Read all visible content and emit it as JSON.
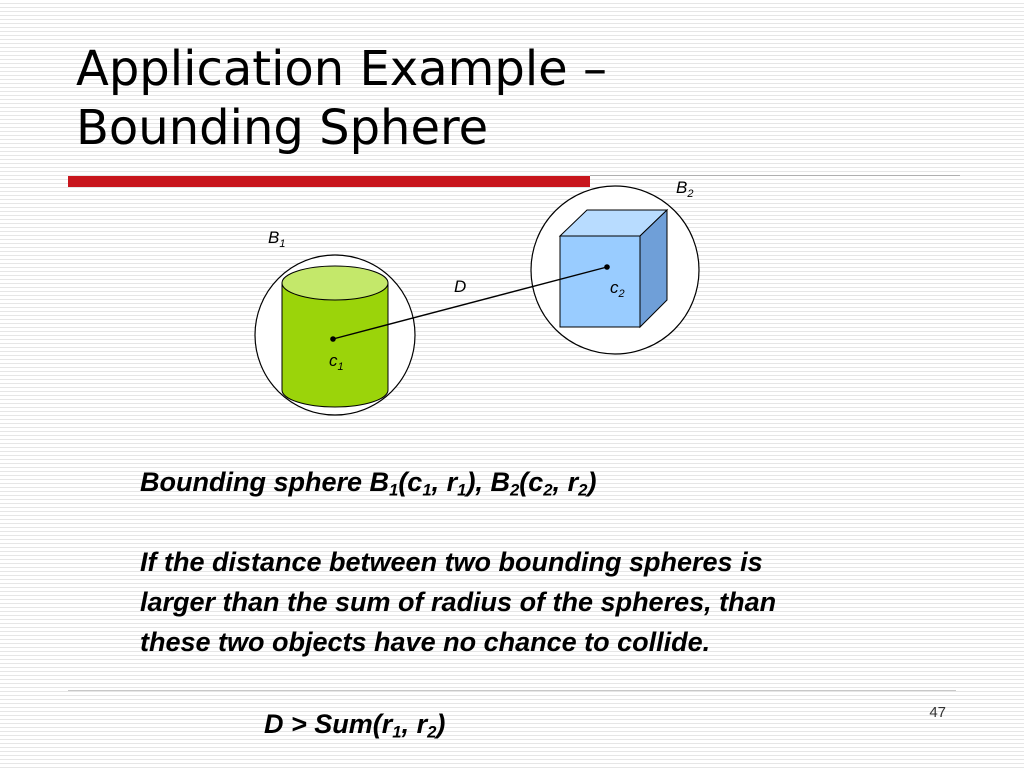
{
  "slide": {
    "title_line1": "Application Example –",
    "title_line2": "Bounding Sphere",
    "page_number": "47"
  },
  "colors": {
    "accent_red": "#c8161d",
    "cylinder_green": "#9bd40a",
    "cube_blue": "#99ccff"
  },
  "diagram": {
    "b1_label": {
      "base": "B",
      "sub": "1"
    },
    "b2_label": {
      "base": "B",
      "sub": "2"
    },
    "c1_label": {
      "base": "c",
      "sub": "1"
    },
    "c2_label": {
      "base": "c",
      "sub": "2"
    },
    "d_label": "D"
  },
  "body": {
    "line1": {
      "a": "Bounding sphere B",
      "a_sub": "1",
      "b": "(c",
      "b_sub": "1",
      "c": ", r",
      "c_sub": "1",
      "d": "), B",
      "d_sub": "2",
      "e": "(c",
      "e_sub": "2",
      "f": ", r",
      "f_sub": "2",
      "g": ")"
    },
    "paragraph_line1": "If the distance between two bounding spheres is",
    "paragraph_line2": "larger than the sum of radius of the spheres, than",
    "paragraph_line3": "these two objects have no chance to collide."
  },
  "formula": {
    "a": "D > Sum(r",
    "a_sub": "1",
    "b": ", r",
    "b_sub": "2",
    "c": ")"
  }
}
